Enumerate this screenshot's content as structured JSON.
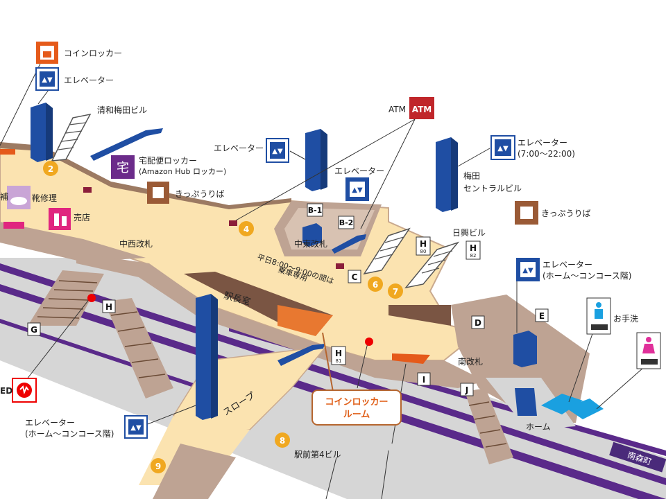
{
  "labels": {
    "coin_locker": "コインロッカー",
    "elevator_top": "エレベーター",
    "seiwa_umeda": "清和梅田ビル",
    "takuhaibin_icon": "宅",
    "takuhaibin_locker": "宅配便ロッカー",
    "amazon_hub": "(Amazon Hub ロッカー)",
    "kippu_left": "きっぷうりば",
    "shoe_repair": "靴修理",
    "shop": "売店",
    "shoe_repair_partial": "補",
    "nakanishi_gate": "中西改札",
    "elevator_mid": "エレベーター",
    "elevator_b": "エレベーター",
    "atm_prefix": "ATM",
    "atm_badge": "ATM",
    "b1": "B-1",
    "b2": "B-2",
    "nakahigashi_gate": "中東改札",
    "weekday_note_1": "平日8:00〜9:00の間は",
    "weekday_note_2": "乗車専用",
    "elevator_right": "エレベーター",
    "elevator_right_hours": "(7:00〜22:00)",
    "umeda_central_1": "梅田",
    "umeda_central_2": "セントラルビル",
    "kippu_right": "きっぷうりば",
    "nikko_bldg": "日興ビル",
    "h80": "H",
    "h80_num": "80",
    "h82": "H",
    "h82_num": "82",
    "h81": "H",
    "h81_num": "81",
    "elevator_home_right_1": "エレベーター",
    "elevator_home_right_2": "(ホーム〜コンコース階)",
    "restroom": "お手洗",
    "stationmaster": "駅長室",
    "minami_gate": "南改札",
    "home": "ホーム",
    "slope": "スロープ",
    "coin_locker_room_1": "コインロッカー",
    "coin_locker_room_2": "ルーム",
    "elevator_home_left_1": "エレベーター",
    "elevator_home_left_2": "(ホーム〜コンコース階)",
    "ekimae_4": "駅前第4ビル",
    "minamimorimachi": "南森町",
    "aed": "ED",
    "exits": {
      "c": "C",
      "d": "D",
      "e": "E",
      "g": "G",
      "h": "H",
      "i": "I",
      "j": "J"
    },
    "numbers": {
      "n2": "2",
      "n4": "4",
      "n6": "6",
      "n7": "7",
      "n8": "8",
      "n9": "9"
    }
  },
  "colors": {
    "concourse": "#fbe3b0",
    "structure": "#bea393",
    "structure_dark": "#8a6a55",
    "elevator_blue": "#1f4ea3",
    "track_purple": "#5a2a8a",
    "number_badge": "#f0a820",
    "callout_border": "#b5652e",
    "callout_text": "#e0601a",
    "atm_red": "#c0262a",
    "kippu_brown": "#9a5a36",
    "takuhaibin_purple": "#6b2b8a",
    "shop_pink": "#e0257f",
    "coin_locker_orange": "#e55a1a",
    "toilet_blue": "#1aa0e0",
    "toilet_pink": "#e0309a"
  },
  "icons": [
    "coin-locker-icon",
    "elevator-icon",
    "takuhaibin-icon",
    "kippu-icon",
    "shoe-repair-icon",
    "shop-icon",
    "atm-icon",
    "toilet-icon",
    "aed-icon"
  ]
}
